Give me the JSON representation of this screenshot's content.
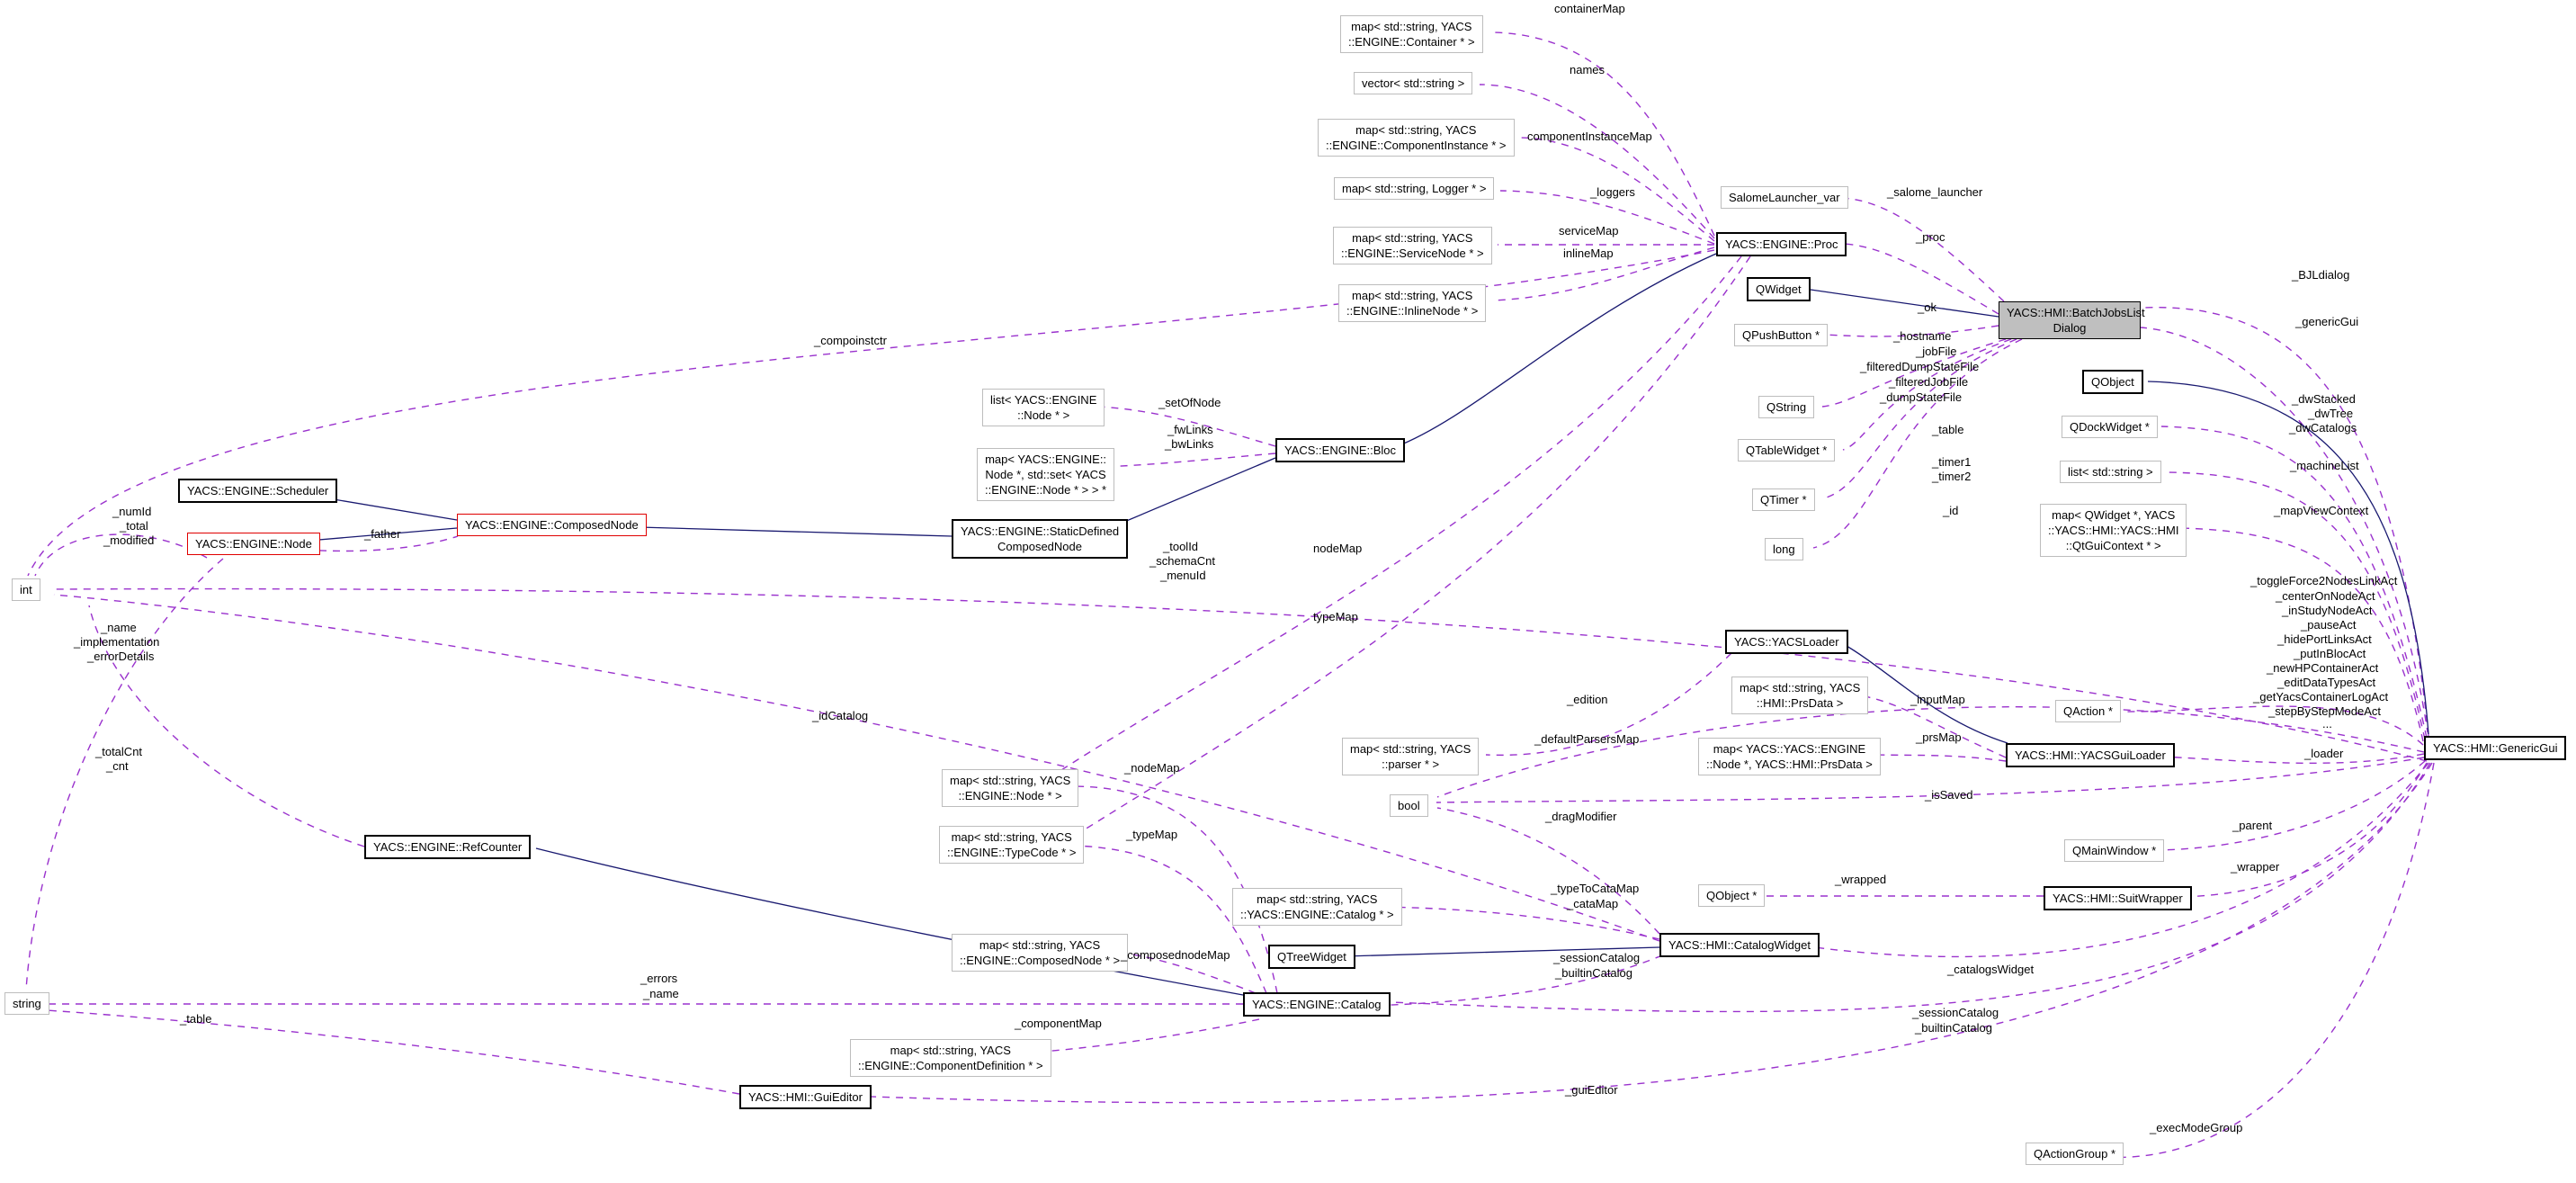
{
  "diagram_title": "YACS::HMI::BatchJobsListDialog collaboration graph",
  "colors": {
    "usage_edge": "#9a32cd",
    "inheritance_edge": "#191970",
    "main_node_fill": "#bfbfbf",
    "red_border": "#e00000"
  },
  "nodes": [
    {
      "label": "map< std::string, YACS\n::ENGINE::Container * >"
    },
    {
      "label": "vector< std::string >"
    },
    {
      "label": "map< std::string, YACS\n::ENGINE::ComponentInstance * >"
    },
    {
      "label": "map< std::string, Logger * >"
    },
    {
      "label": "map< std::string, YACS\n::ENGINE::ServiceNode * >"
    },
    {
      "label": "map< std::string, YACS\n::ENGINE::InlineNode * >"
    },
    {
      "label": "SalomeLauncher_var"
    },
    {
      "label": "YACS::ENGINE::Proc"
    },
    {
      "label": "QWidget"
    },
    {
      "label": "YACS::HMI::BatchJobsList\nDialog"
    },
    {
      "label": "QPushButton *"
    },
    {
      "label": "QObject"
    },
    {
      "label": "QString"
    },
    {
      "label": "QDockWidget *"
    },
    {
      "label": "QTableWidget *"
    },
    {
      "label": "list< std::string >"
    },
    {
      "label": "QTimer *"
    },
    {
      "label": "map< QWidget *, YACS\n::YACS::HMI::YACS::HMI\n::QtGuiContext * >"
    },
    {
      "label": "long"
    },
    {
      "label": "list< YACS::ENGINE\n::Node * >"
    },
    {
      "label": "map< YACS::ENGINE::\nNode *, std::set< YACS\n::ENGINE::Node * > > *"
    },
    {
      "label": "YACS::ENGINE::Bloc"
    },
    {
      "label": "YACS::ENGINE::Scheduler"
    },
    {
      "label": "YACS::ENGINE::Node"
    },
    {
      "label": "YACS::ENGINE::ComposedNode"
    },
    {
      "label": "YACS::ENGINE::StaticDefined\nComposedNode"
    },
    {
      "label": "int"
    },
    {
      "label": "YACS::YACSLoader"
    },
    {
      "label": "map< std::string, YACS\n::HMI::PrsData >"
    },
    {
      "label": "QAction *"
    },
    {
      "label": "map< YACS::YACS::ENGINE\n::Node *, YACS::HMI::PrsData >"
    },
    {
      "label": "YACS::HMI::YACSGuiLoader"
    },
    {
      "label": "YACS::HMI::GenericGui"
    },
    {
      "label": "map< std::string, YACS\n::parser * >"
    },
    {
      "label": "bool"
    },
    {
      "label": "map< std::string, YACS\n::ENGINE::Node * >"
    },
    {
      "label": "map< std::string, YACS\n::ENGINE::TypeCode * >"
    },
    {
      "label": "YACS::ENGINE::RefCounter"
    },
    {
      "label": "QMainWindow *"
    },
    {
      "label": "QObject *"
    },
    {
      "label": "YACS::HMI::SuitWrapper"
    },
    {
      "label": "map< std::string, YACS\n::YACS::ENGINE::Catalog * >"
    },
    {
      "label": "QTreeWidget"
    },
    {
      "label": "YACS::HMI::CatalogWidget"
    },
    {
      "label": "map< std::string, YACS\n::ENGINE::ComposedNode * >"
    },
    {
      "label": "YACS::ENGINE::Catalog"
    },
    {
      "label": "string"
    },
    {
      "label": "map< std::string, YACS\n::ENGINE::ComponentDefinition * >"
    },
    {
      "label": "YACS::HMI::GuiEditor"
    },
    {
      "label": "QActionGroup *"
    }
  ],
  "labels": [
    {
      "text": "containerMap"
    },
    {
      "text": "names"
    },
    {
      "text": "componentInstanceMap"
    },
    {
      "text": "_loggers"
    },
    {
      "text": "serviceMap"
    },
    {
      "text": "inlineMap"
    },
    {
      "text": "_salome_launcher"
    },
    {
      "text": "_proc"
    },
    {
      "text": "_compoinstctr"
    },
    {
      "text": "_ok"
    },
    {
      "text": "_hostname"
    },
    {
      "text": "_jobFile"
    },
    {
      "text": "_filteredDumpStateFile"
    },
    {
      "text": "_filteredJobFile"
    },
    {
      "text": "_dumpStateFile"
    },
    {
      "text": "_BJLdialog"
    },
    {
      "text": "_genericGui"
    },
    {
      "text": "_table"
    },
    {
      "text": "_dwStacked"
    },
    {
      "text": "_dwTree"
    },
    {
      "text": "_dwCatalogs"
    },
    {
      "text": "_timer1"
    },
    {
      "text": "_timer2"
    },
    {
      "text": "_machineList"
    },
    {
      "text": "_id"
    },
    {
      "text": "_mapViewContext"
    },
    {
      "text": "_setOfNode"
    },
    {
      "text": "_fwLinks"
    },
    {
      "text": "_bwLinks"
    },
    {
      "text": "_numId"
    },
    {
      "text": "_total"
    },
    {
      "text": "_modified"
    },
    {
      "text": "_father"
    },
    {
      "text": "_toolId"
    },
    {
      "text": "_schemaCnt"
    },
    {
      "text": "_menuId"
    },
    {
      "text": "nodeMap"
    },
    {
      "text": "typeMap"
    },
    {
      "text": "_name"
    },
    {
      "text": "_implementation"
    },
    {
      "text": "_errorDetails"
    },
    {
      "text": "_toggleForce2NodesLinkAct"
    },
    {
      "text": "_centerOnNodeAct"
    },
    {
      "text": "_inStudyNodeAct"
    },
    {
      "text": "_pauseAct"
    },
    {
      "text": "_hidePortLinksAct"
    },
    {
      "text": "_putInBlocAct"
    },
    {
      "text": "_newHPContainerAct"
    },
    {
      "text": "_editDataTypesAct"
    },
    {
      "text": "_getYacsContainerLogAct"
    },
    {
      "text": "_stepByStepModeAct"
    },
    {
      "text": "..."
    },
    {
      "text": "_edition"
    },
    {
      "text": "_inputMap"
    },
    {
      "text": "_defaultParsersMap"
    },
    {
      "text": "_prsMap"
    },
    {
      "text": "_loader"
    },
    {
      "text": "_idCatalog"
    },
    {
      "text": "_nodeMap"
    },
    {
      "text": "_typeMap"
    },
    {
      "text": "_totalCnt"
    },
    {
      "text": "_cnt"
    },
    {
      "text": "_isSaved"
    },
    {
      "text": "_dragModifier"
    },
    {
      "text": "_parent"
    },
    {
      "text": "_wrapped"
    },
    {
      "text": "_wrapper"
    },
    {
      "text": "_typeToCataMap"
    },
    {
      "text": "_cataMap"
    },
    {
      "text": "_composednodeMap"
    },
    {
      "text": "_sessionCatalog"
    },
    {
      "text": "_builtinCatalog"
    },
    {
      "text": "_catalogsWidget"
    },
    {
      "text": "_errors"
    },
    {
      "text": "_name"
    },
    {
      "text": "_componentMap"
    },
    {
      "text": "_table"
    },
    {
      "text": "_sessionCatalog"
    },
    {
      "text": "_builtinCatalog"
    },
    {
      "text": "_guiEditor"
    },
    {
      "text": "_execModeGroup"
    }
  ]
}
